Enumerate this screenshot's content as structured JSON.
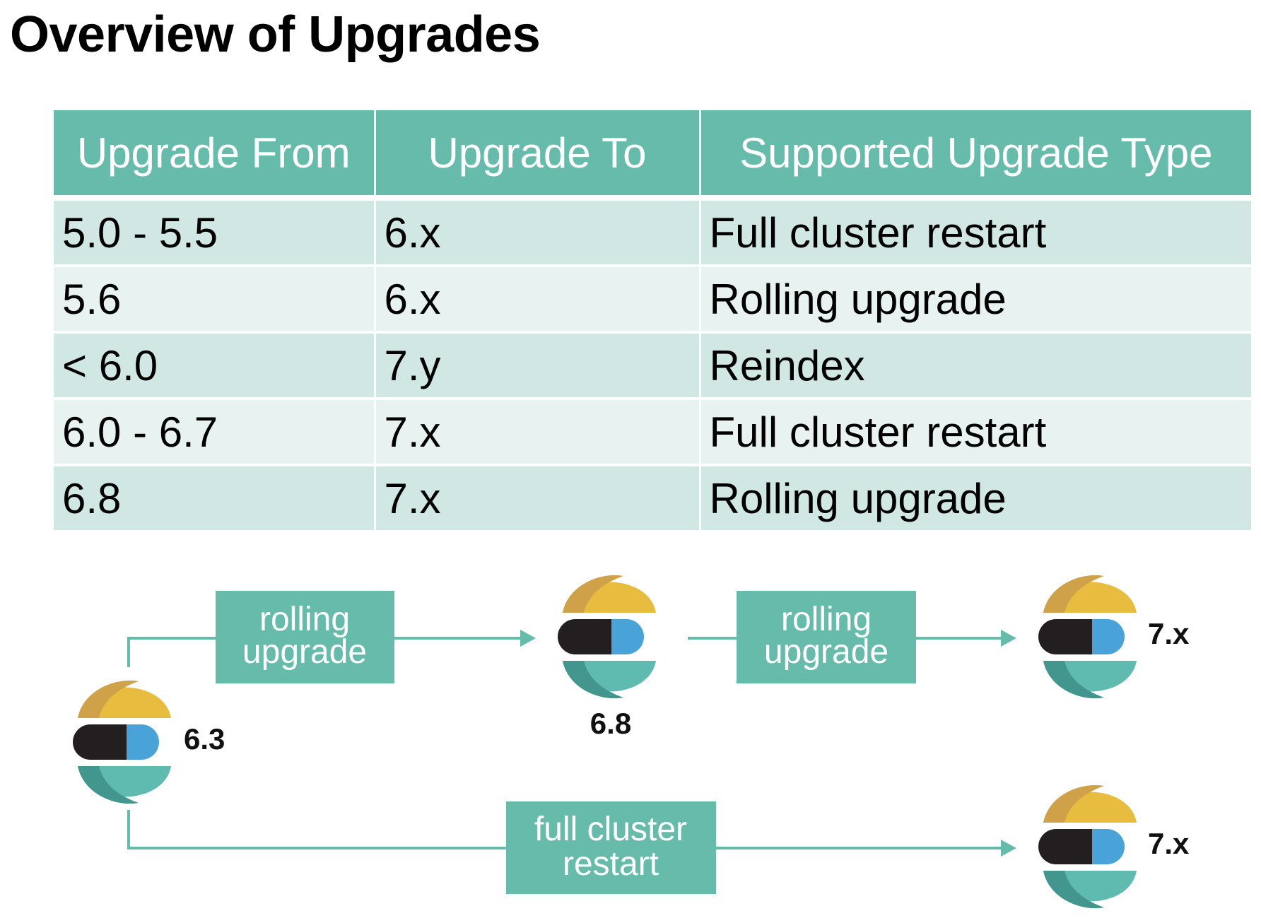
{
  "title": "Overview of Upgrades",
  "table": {
    "headers": [
      "Upgrade From",
      "Upgrade To",
      "Supported Upgrade Type"
    ],
    "rows": [
      [
        "5.0 - 5.5",
        "6.x",
        "Full cluster restart"
      ],
      [
        "5.6",
        "6.x",
        "Rolling upgrade"
      ],
      [
        "< 6.0",
        "7.y",
        "Reindex"
      ],
      [
        "6.0 - 6.7",
        "7.x",
        "Full cluster restart"
      ],
      [
        "6.8",
        "7.x",
        "Rolling upgrade"
      ]
    ]
  },
  "diagram": {
    "nodes": {
      "start": "6.3",
      "middle": "6.8",
      "end_top": "7.x",
      "end_bottom": "7.x"
    },
    "steps": {
      "rolling_1": [
        "rolling",
        "upgrade"
      ],
      "rolling_2": [
        "rolling",
        "upgrade"
      ],
      "full_restart": [
        "full cluster",
        "restart"
      ]
    }
  },
  "colors": {
    "teal": "#66bbab",
    "header_bg": "#66bbab",
    "row_dark": "#d1e7e3",
    "row_light": "#e8f3f1",
    "logo_yellow": "#e8bd3f",
    "logo_yellow_dark": "#cfa24a",
    "logo_black": "#231f20",
    "logo_blue": "#4aa3d8",
    "logo_teal": "#5fbab0",
    "logo_teal_dark": "#43968e"
  },
  "icons": [
    "elastic-logo-icon"
  ]
}
